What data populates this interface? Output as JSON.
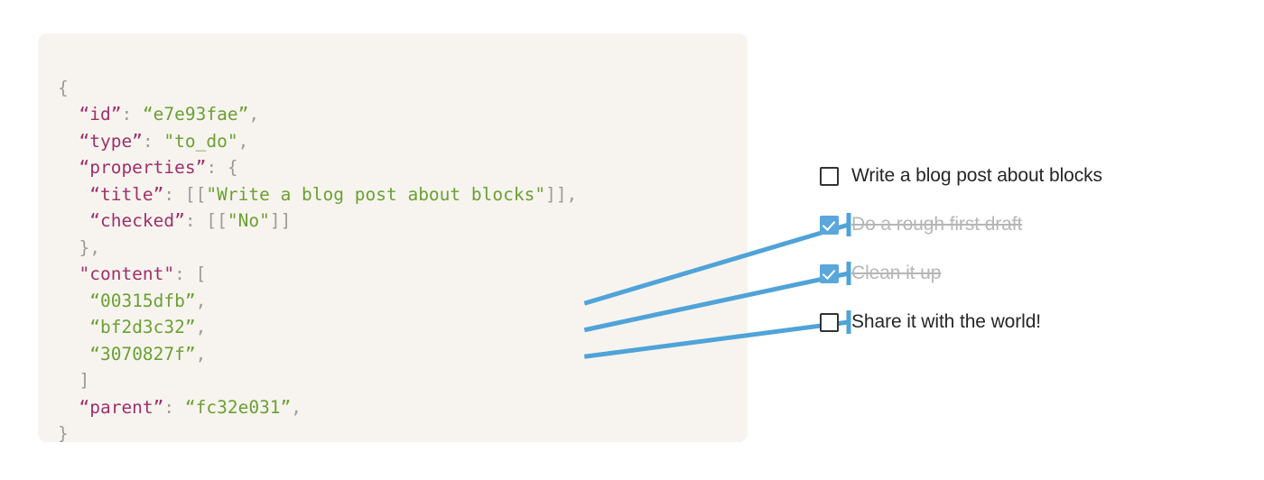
{
  "panel": {
    "background_color": "#F7F4EF",
    "syntax_colors": {
      "key": "#A0306A",
      "string_value": "#6AA132",
      "punctuation": "#9B9B9B"
    },
    "code_lines": [
      {
        "indent": "",
        "segments": [
          {
            "t": "{",
            "c": "p"
          }
        ]
      },
      {
        "indent": "  ",
        "segments": [
          {
            "t": "“id”",
            "c": "k"
          },
          {
            "t": ": ",
            "c": "p"
          },
          {
            "t": "“e7e93fae”",
            "c": "v"
          },
          {
            "t": ",",
            "c": "p"
          }
        ]
      },
      {
        "indent": "  ",
        "segments": [
          {
            "t": "“type”",
            "c": "k"
          },
          {
            "t": ": ",
            "c": "p"
          },
          {
            "t": "\"to_do\"",
            "c": "v"
          },
          {
            "t": ",",
            "c": "p"
          }
        ]
      },
      {
        "indent": "  ",
        "segments": [
          {
            "t": "“properties”",
            "c": "k"
          },
          {
            "t": ": {",
            "c": "p"
          }
        ]
      },
      {
        "indent": "   ",
        "segments": [
          {
            "t": "“title”",
            "c": "k"
          },
          {
            "t": ": [[",
            "c": "p"
          },
          {
            "t": "\"Write a blog post about blocks\"",
            "c": "v"
          },
          {
            "t": "]],",
            "c": "p"
          }
        ]
      },
      {
        "indent": "   ",
        "segments": [
          {
            "t": "“checked”",
            "c": "k"
          },
          {
            "t": ": [[",
            "c": "p"
          },
          {
            "t": "\"No\"",
            "c": "v"
          },
          {
            "t": "]]",
            "c": "p"
          }
        ]
      },
      {
        "indent": "  ",
        "segments": [
          {
            "t": "},",
            "c": "p"
          }
        ]
      },
      {
        "indent": "  ",
        "segments": [
          {
            "t": "\"content\"",
            "c": "k"
          },
          {
            "t": ": [",
            "c": "p"
          }
        ]
      },
      {
        "indent": "   ",
        "segments": [
          {
            "t": "“00315dfb”",
            "c": "v"
          },
          {
            "t": ",",
            "c": "p"
          }
        ]
      },
      {
        "indent": "   ",
        "segments": [
          {
            "t": "“bf2d3c32”",
            "c": "v"
          },
          {
            "t": ",",
            "c": "p"
          }
        ]
      },
      {
        "indent": "   ",
        "segments": [
          {
            "t": "“3070827f”",
            "c": "v"
          },
          {
            "t": ",",
            "c": "p"
          }
        ]
      },
      {
        "indent": "  ",
        "segments": [
          {
            "t": "]",
            "c": "p"
          }
        ]
      },
      {
        "indent": "  ",
        "segments": [
          {
            "t": "“parent”",
            "c": "k"
          },
          {
            "t": ": ",
            "c": "p"
          },
          {
            "t": "“fc32e031”",
            "c": "v"
          },
          {
            "t": ",",
            "c": "p"
          }
        ]
      },
      {
        "indent": "",
        "segments": [
          {
            "t": "}",
            "c": "p"
          }
        ]
      }
    ]
  },
  "todo_list": {
    "items": [
      {
        "label": "Write a blog post about blocks",
        "checked": false
      },
      {
        "label": "Do a rough first draft",
        "checked": true
      },
      {
        "label": "Clean it up",
        "checked": true
      },
      {
        "label": "Share it with the world!",
        "checked": false
      }
    ]
  },
  "connectors": {
    "color": "#4FA3D8",
    "links": [
      {
        "from_value": "00315dfb",
        "to_item": "Do a rough first draft"
      },
      {
        "from_value": "bf2d3c32",
        "to_item": "Clean it up"
      },
      {
        "from_value": "3070827f",
        "to_item": "Share it with the world!"
      }
    ]
  }
}
